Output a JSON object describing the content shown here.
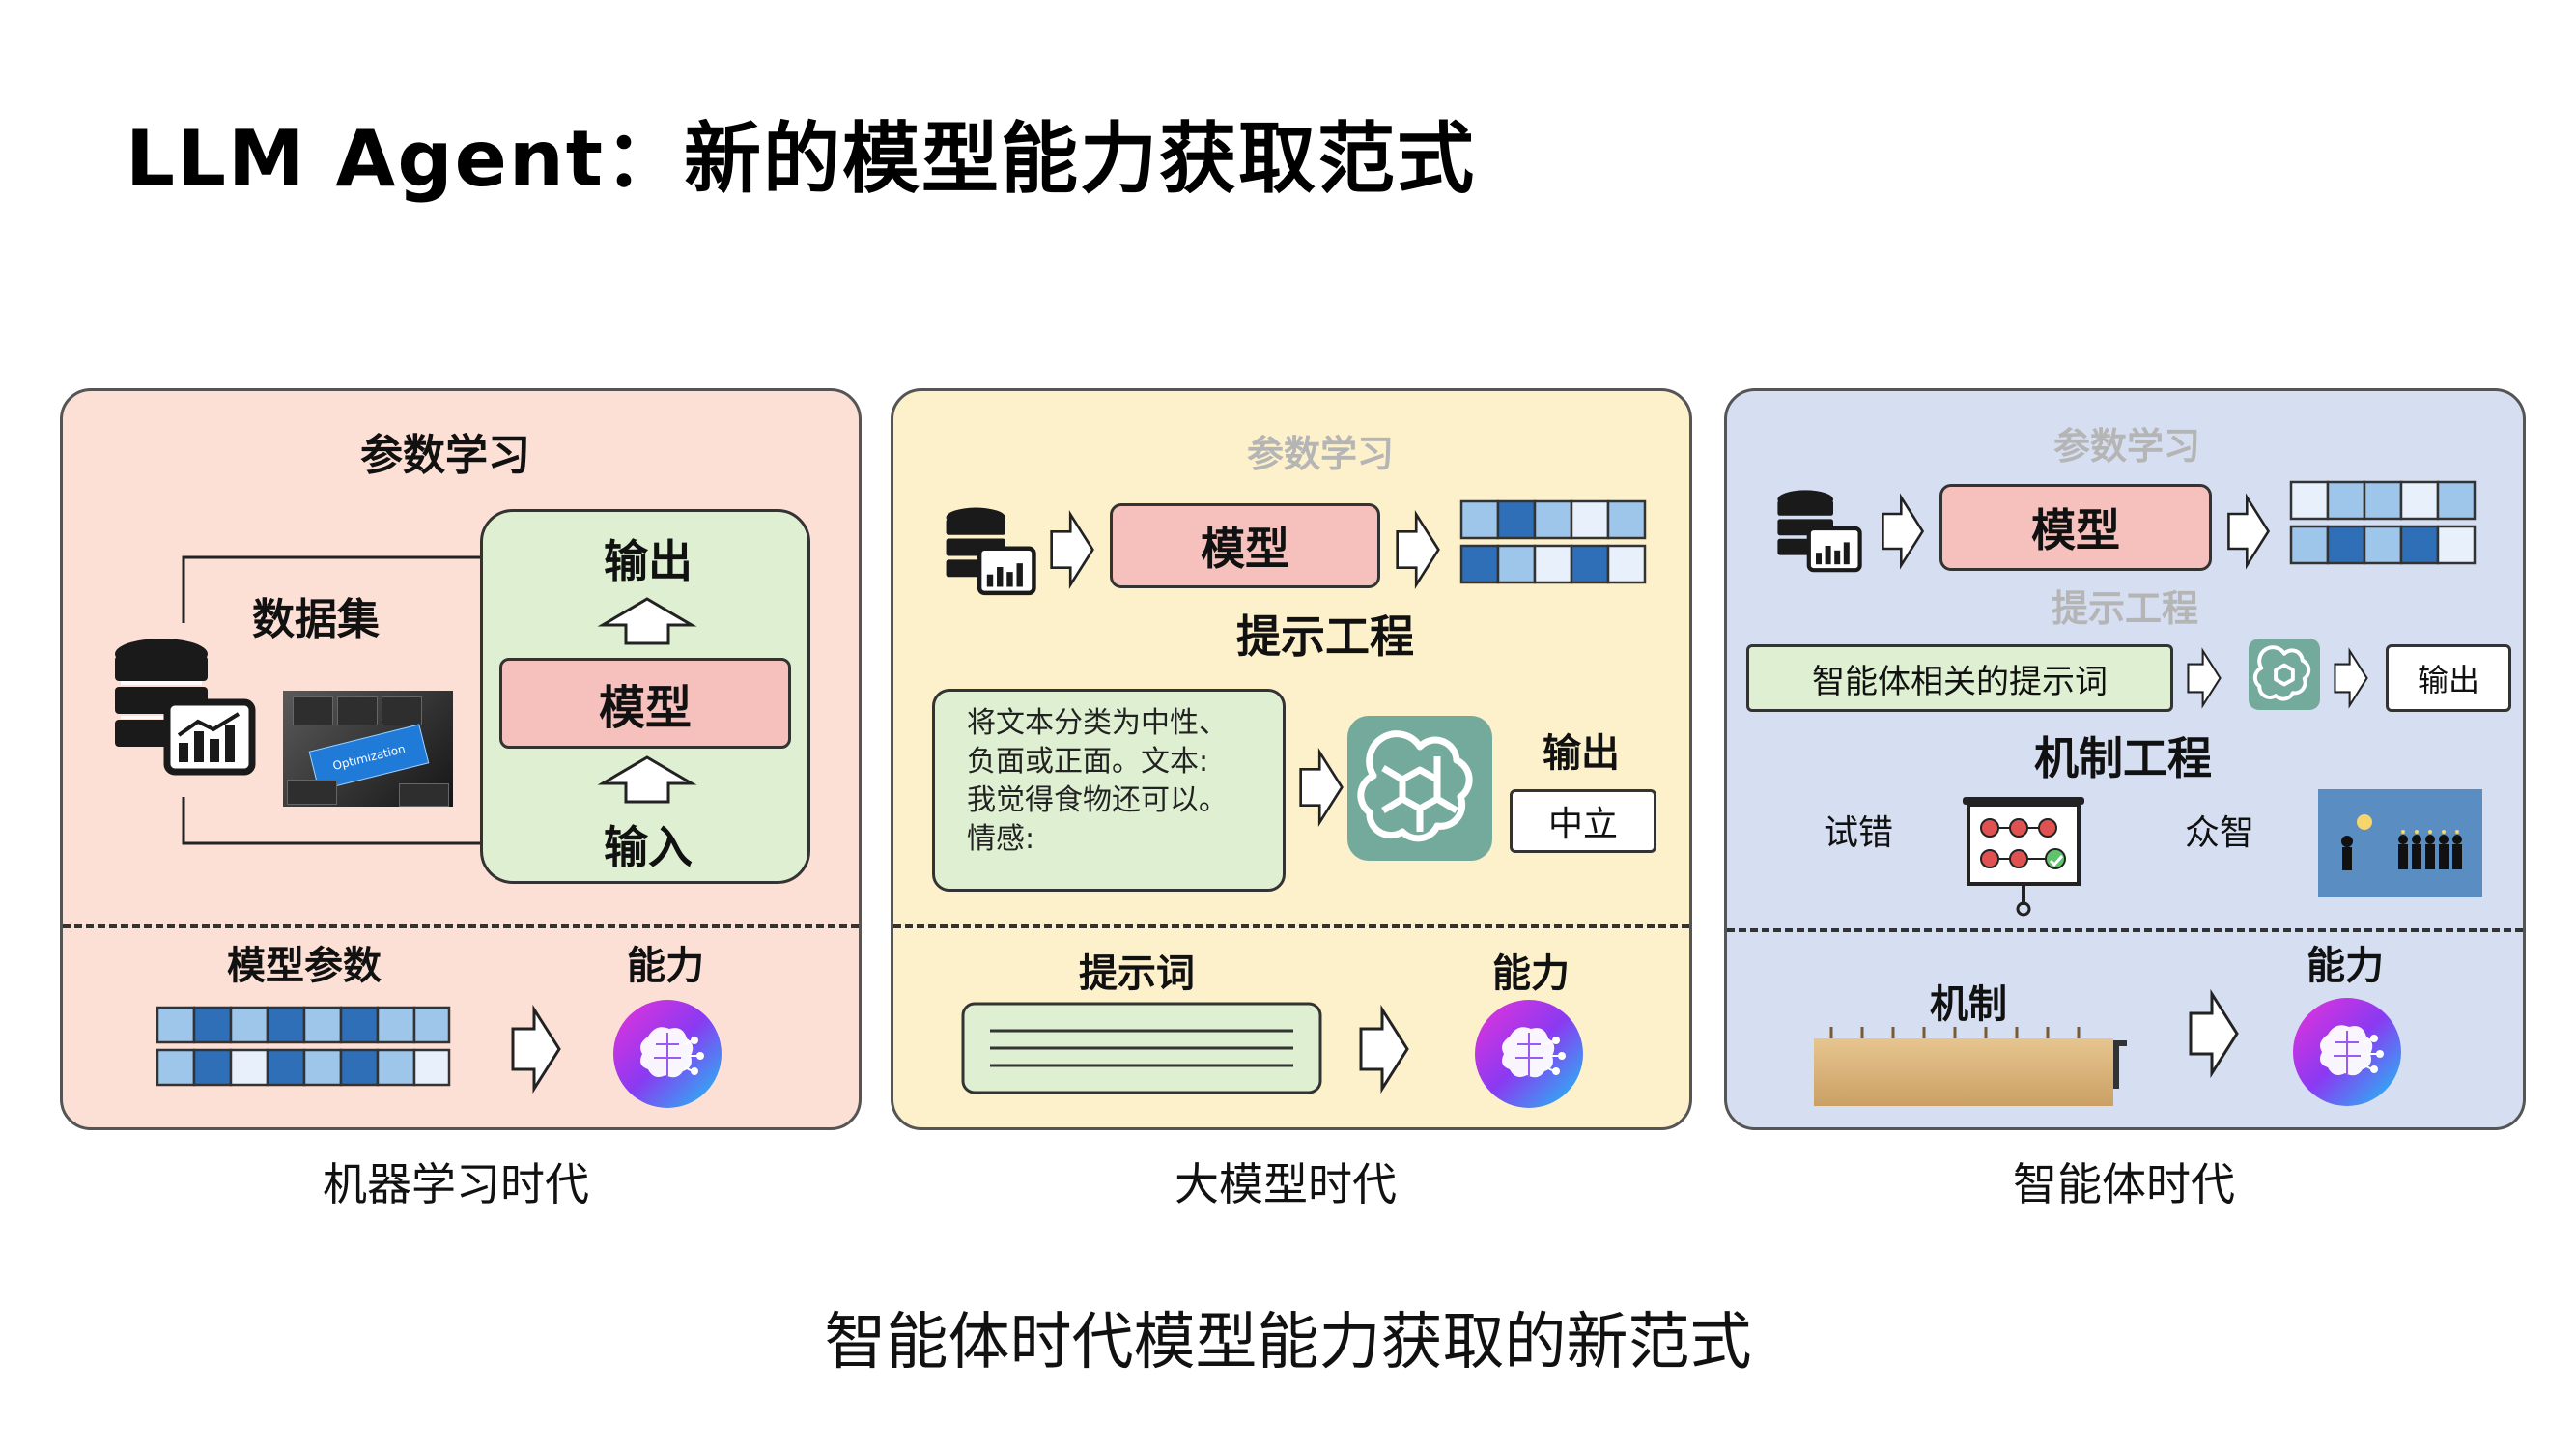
{
  "title": "LLM Agent：新的模型能力获取范式",
  "caption": "智能体时代模型能力获取的新范式",
  "colors": {
    "panel1_bg": "#fce0d5",
    "panel2_bg": "#fdf1cc",
    "panel3_bg": "#d6dff1",
    "model_box": "#f6c1bc",
    "green_box": "#dff0d2",
    "grid_light": "#9ec5ea",
    "grid_dark": "#2f6fb8",
    "openai_teal": "#74aa9c"
  },
  "panel1": {
    "section_title": "参数学习",
    "dataset_label": "数据集",
    "image_text": "Optimization",
    "output_label": "输出",
    "model_label": "模型",
    "input_label": "输入",
    "params_label": "模型参数",
    "ability_label": "能力",
    "era_label": "机器学习时代"
  },
  "panel2": {
    "faded_title": "参数学习",
    "model_label": "模型",
    "section_title": "提示工程",
    "prompt_lines": [
      "将文本分类为中性、",
      "负面或正面。文本:",
      "我觉得食物还可以。",
      "情感:"
    ],
    "output_label": "输出",
    "output_value": "中立",
    "prompt_label": "提示词",
    "ability_label": "能力",
    "era_label": "大模型时代"
  },
  "panel3": {
    "faded_title": "参数学习",
    "model_label": "模型",
    "faded_prompt_title": "提示工程",
    "agent_prompt": "智能体相关的提示词",
    "output_label": "输出",
    "section_title": "机制工程",
    "trial_label": "试错",
    "crowd_label": "众智",
    "mechanism_label": "机制",
    "ability_label": "能力",
    "era_label": "智能体时代"
  },
  "icons": {
    "database": "database-chart-icon",
    "arrow": "hollow-right-arrow-icon",
    "brain": "ai-brain-icon",
    "openai": "openai-logo-icon"
  }
}
